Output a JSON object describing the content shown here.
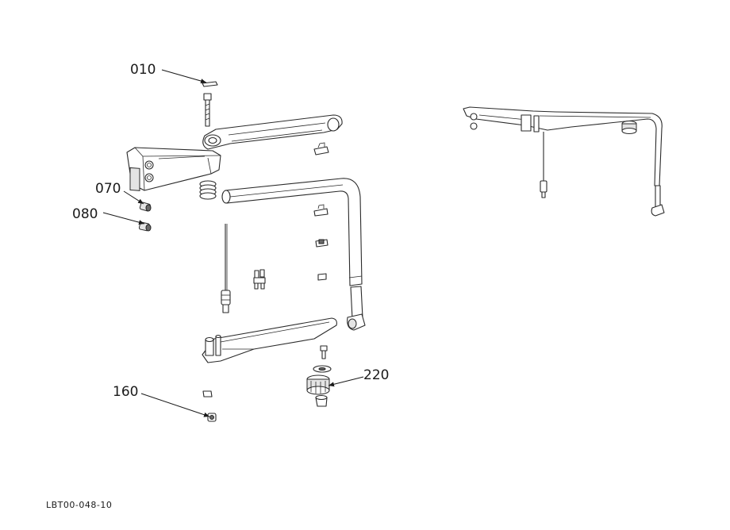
{
  "callouts": {
    "c010": "010",
    "c070": "070",
    "c080": "080",
    "c160": "160",
    "c220": "220"
  },
  "doc_id": "LBT00-048-10"
}
